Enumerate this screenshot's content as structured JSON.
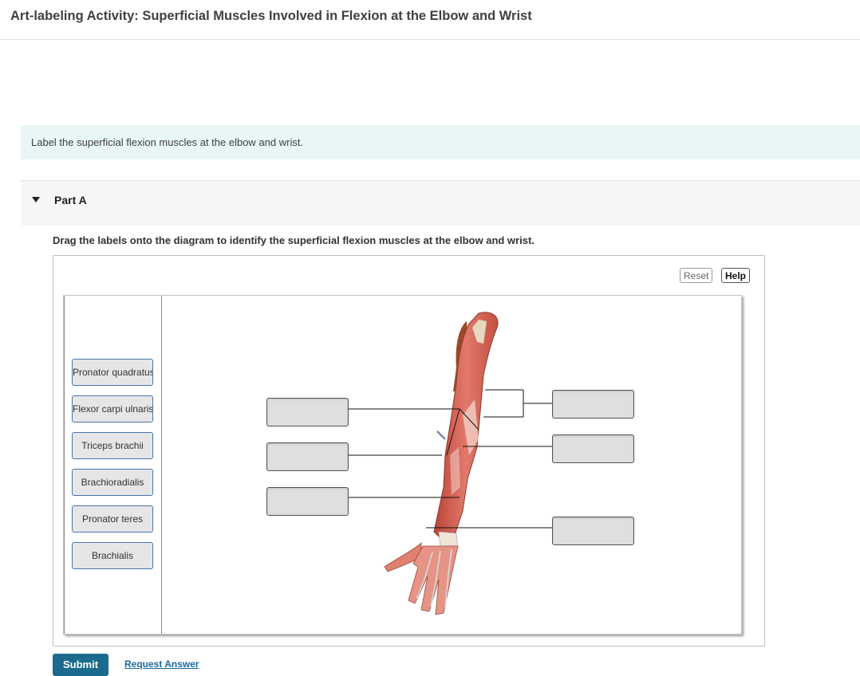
{
  "page": {
    "title": "Art-labeling Activity: Superficial Muscles Involved in Flexion at the Elbow and Wrist",
    "intro": "Label the superficial flexion muscles at the elbow and wrist."
  },
  "part": {
    "label": "Part A",
    "instruction": "Drag the labels onto the diagram to identify the superficial flexion muscles at the elbow and wrist."
  },
  "toolbar": {
    "reset_label": "Reset",
    "help_label": "Help"
  },
  "labels": [
    "Pronator quadratus",
    "Flexor carpi ulnaris",
    "Triceps brachii",
    "Brachioradialis",
    "Pronator teres",
    "Brachialis"
  ],
  "footer": {
    "submit_label": "Submit",
    "request_label": "Request Answer"
  },
  "colors": {
    "accent": "#1b6b8e",
    "intro_bg": "#e8f6f6",
    "drag_border": "#4a76a8",
    "muscle": "#d9655a"
  }
}
